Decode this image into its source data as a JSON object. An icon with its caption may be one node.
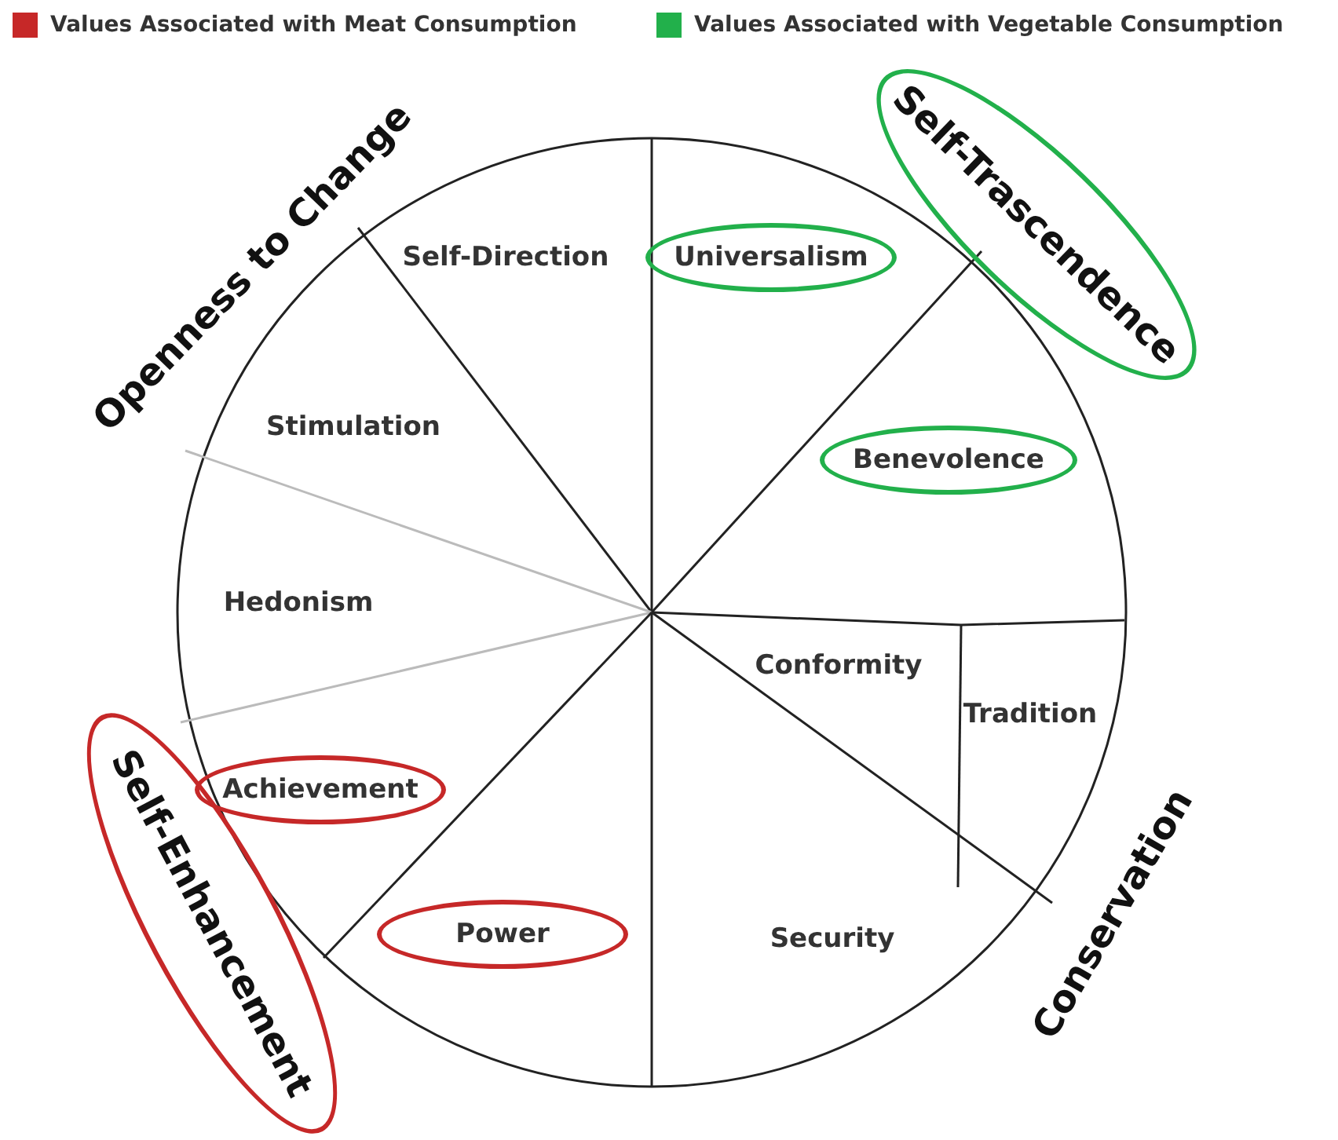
{
  "diagram": {
    "nodes": [
      {
        "text": [
          "Self-Trascendence"
        ]
      },
      {
        "text": [
          "Self-Direction"
        ]
      },
      {
        "text": [
          "Universalism"
        ]
      },
      {
        "text": [
          "Stimulation"
        ]
      },
      {
        "text": [
          "Benevolence"
        ]
      },
      {
        "text": [
          "Hedonism"
        ]
      },
      {
        "text": [
          "Conformity"
        ]
      },
      {
        "text": [
          "Tradition"
        ]
      },
      {
        "text": [
          "Achievement"
        ]
      },
      {
        "text": [
          "Self-Enhancement"
        ]
      },
      {
        "text": [
          "Power"
        ]
      },
      {
        "text": [
          "Security"
        ]
      }
    ],
    "edges": [],
    "labels": [
      "Openness to Change",
      "Conservation"
    ],
    "legend": [
      {
        "text": "Values Associated with Meat Consumption",
        "color": "#c62828"
      },
      {
        "text": "Values Associated with Vegetable Consumption",
        "color": "#22b04b"
      }
    ]
  }
}
